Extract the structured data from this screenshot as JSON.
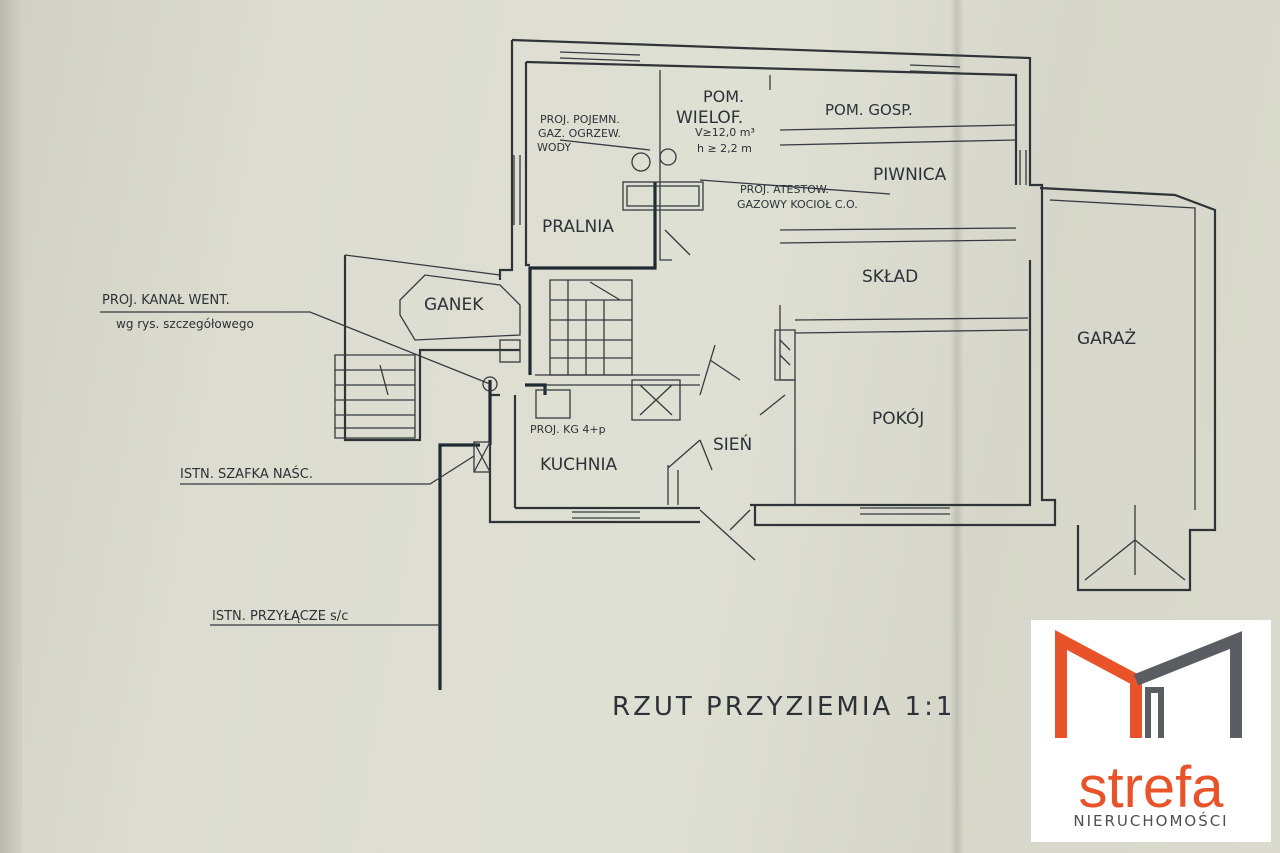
{
  "plan": {
    "rooms": {
      "pom_wielof": "POM.",
      "pom_wielof2": "WIELOF.",
      "pom_wielof_v": "V≥12,0 m³",
      "pom_wielof_h": "h ≥ 2,2 m",
      "pom_gosp": "POM. GOSP.",
      "piwnica": "PIWNICA",
      "pralnia": "PRALNIA",
      "sklad": "SKŁAD",
      "ganek": "GANEK",
      "garaz": "GARAŻ",
      "pokoj": "POKÓJ",
      "sien": "SIEŃ",
      "kuchnia": "KUCHNIA"
    },
    "annotations": {
      "proj_pojemn": "PROJ. POJEMN.",
      "gaz_ogrzew": "GAZ. OGRZEW.",
      "wody": "WODY",
      "proj_atestow": "PROJ. ATESTOW.",
      "gazowy_kociol": "GAZOWY KOCIOŁ C.O.",
      "proj_kanal": "PROJ. KANAŁ WENT.",
      "wg_rys": "wg rys. szczegółowego",
      "proj_kg": "PROJ. KG 4+p",
      "istn_szafka": "ISTN. SZAFKA NAŚC.",
      "istn_przylacze": "ISTN. PRZYŁĄCZE s/c"
    },
    "title": "RZUT PRZYZIEMIA 1:1"
  },
  "logo": {
    "name": "strefa",
    "subtitle": "NIERUCHOMOŚCI",
    "colors": {
      "orange": "#e8532a",
      "gray": "#5a5d61"
    }
  }
}
